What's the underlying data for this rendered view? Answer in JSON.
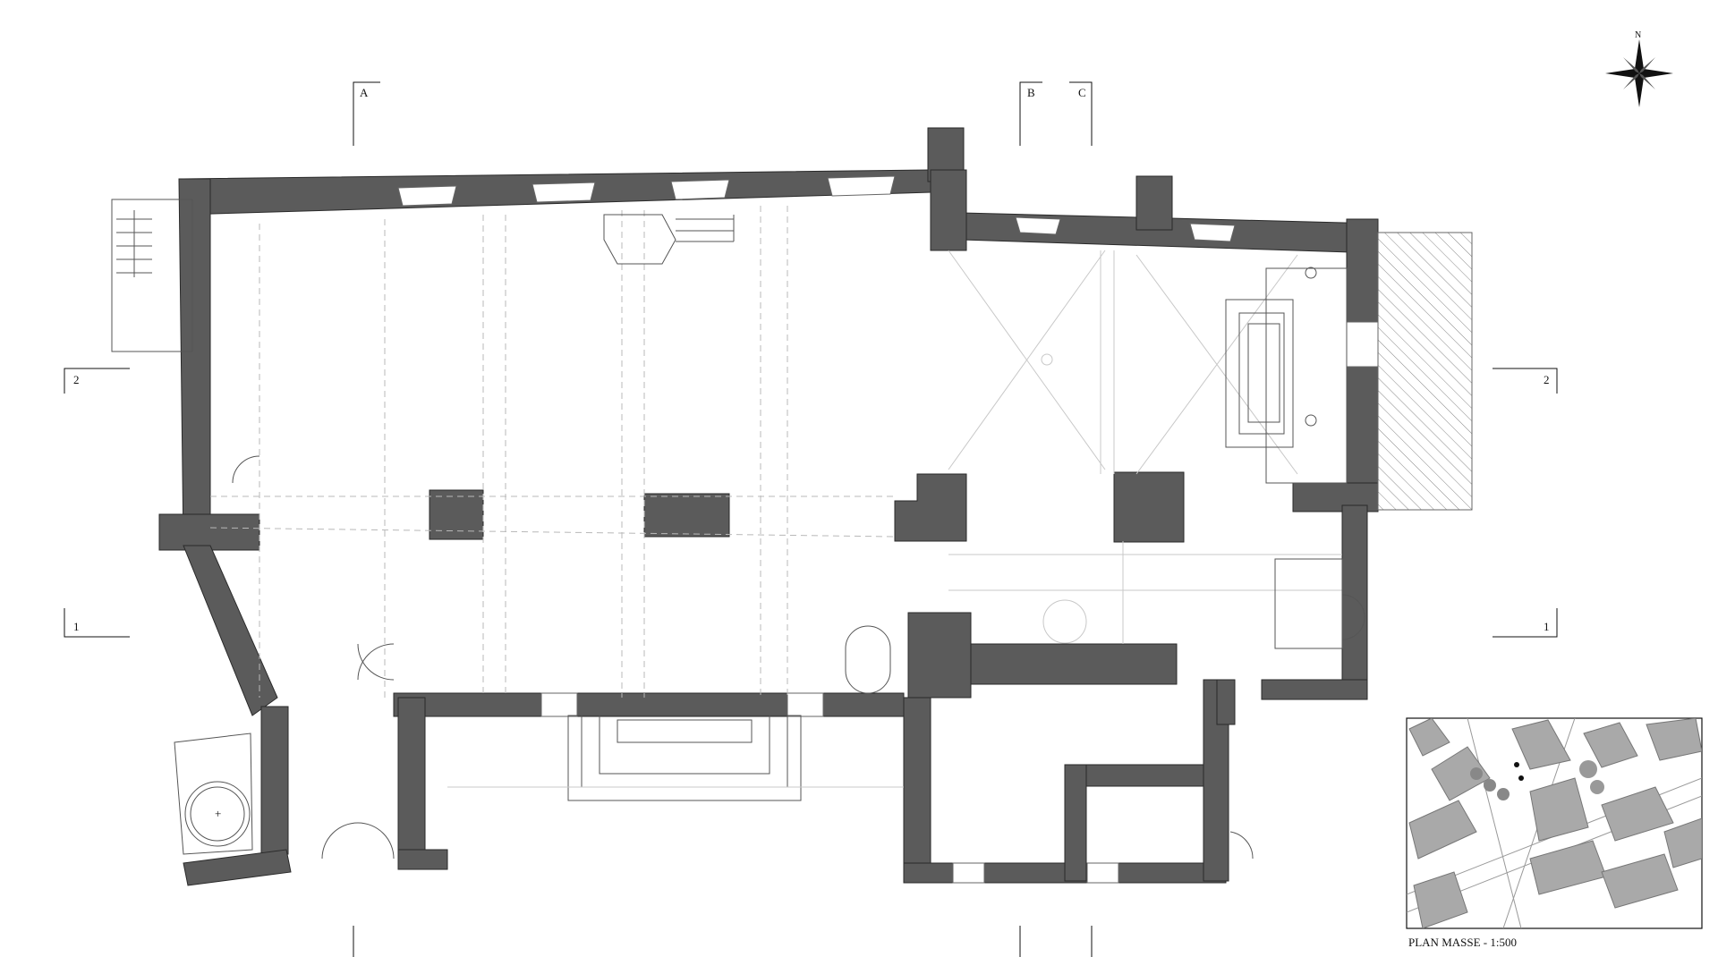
{
  "section_marks": {
    "A": "A",
    "B": "B",
    "C": "C",
    "one_left": "1",
    "one_right": "1",
    "two_left": "2",
    "two_right": "2"
  },
  "compass": {
    "north": "N"
  },
  "site_plan": {
    "caption": "PLAN MASSE - 1:500"
  },
  "colors": {
    "wall": "#5b5b5b",
    "hatch": "#888888",
    "background": "#ffffff"
  }
}
